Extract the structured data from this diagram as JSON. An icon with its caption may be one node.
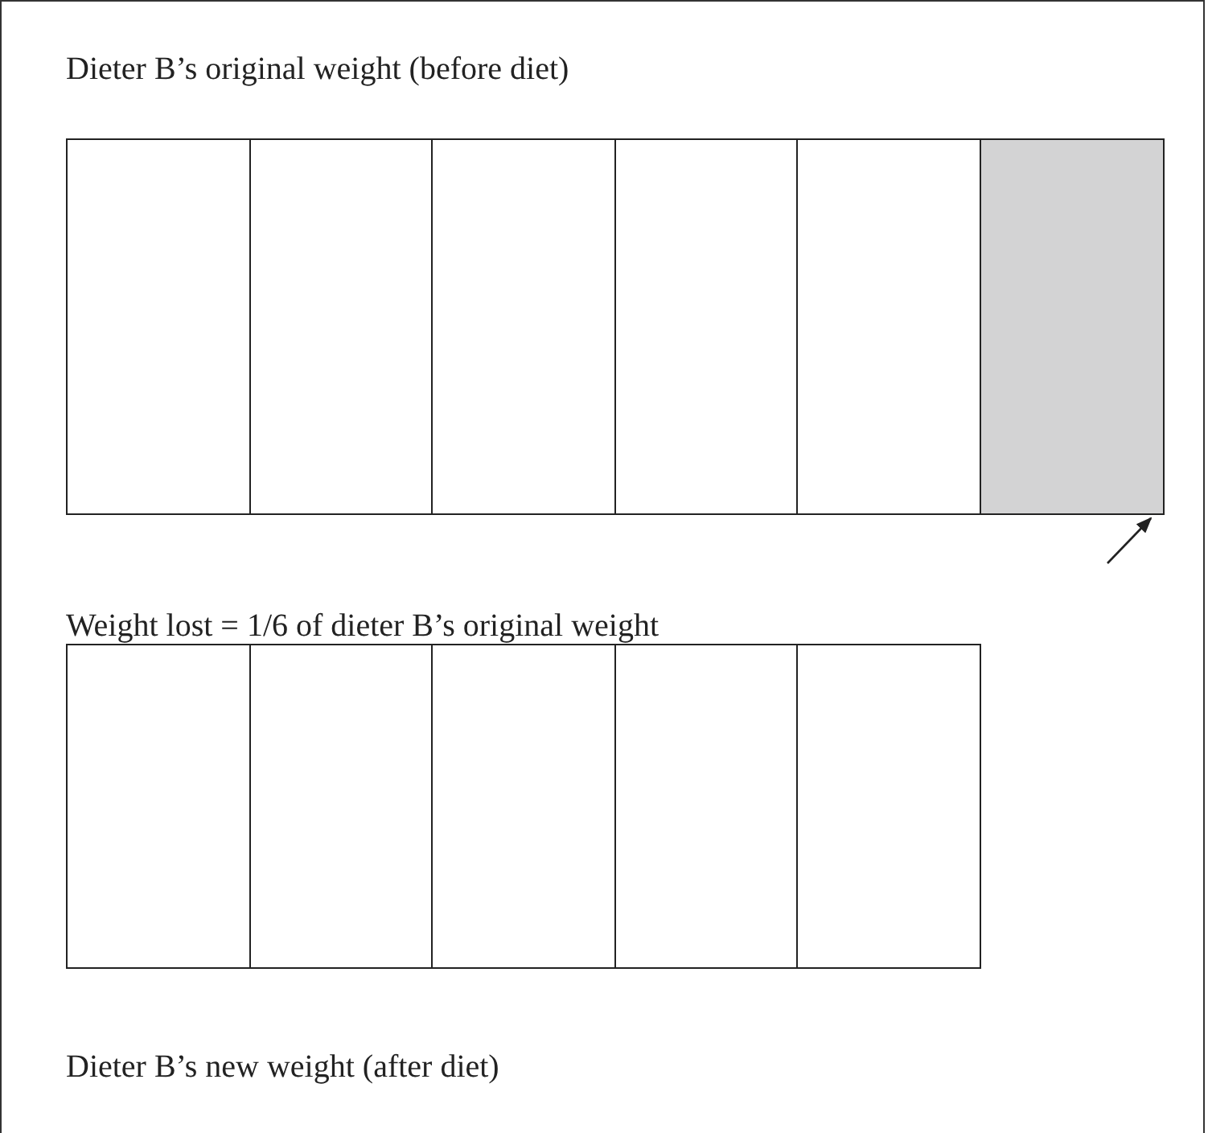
{
  "diagram": {
    "nodes": [
      {
        "text": [
          "Dieter B’s original weight (before diet)"
        ]
      },
      {
        "text": [],
        "shape": "box",
        "in": 0
      },
      {
        "text": [],
        "shape": "box",
        "in": 0
      },
      {
        "text": [],
        "shape": "box",
        "in": 0
      },
      {
        "text": [],
        "shape": "box",
        "in": 0
      },
      {
        "text": [],
        "shape": "box",
        "in": 0
      },
      {
        "text": [],
        "shape": "box",
        "in": 0
      },
      {
        "text": [
          "Dieter B’s new weight (after diet)"
        ]
      },
      {
        "text": [],
        "shape": "box",
        "in": 7
      },
      {
        "text": [],
        "shape": "box",
        "in": 7
      },
      {
        "text": [],
        "shape": "box",
        "in": 7
      },
      {
        "text": [],
        "shape": "box",
        "in": 7
      },
      {
        "text": [],
        "shape": "box",
        "in": 7
      }
    ],
    "edges": [
      {
        "from": null,
        "to": 6,
        "arrow": "to"
      }
    ],
    "labels": [
      "Weight lost = 1/6 of dieter B’s original weight"
    ]
  }
}
